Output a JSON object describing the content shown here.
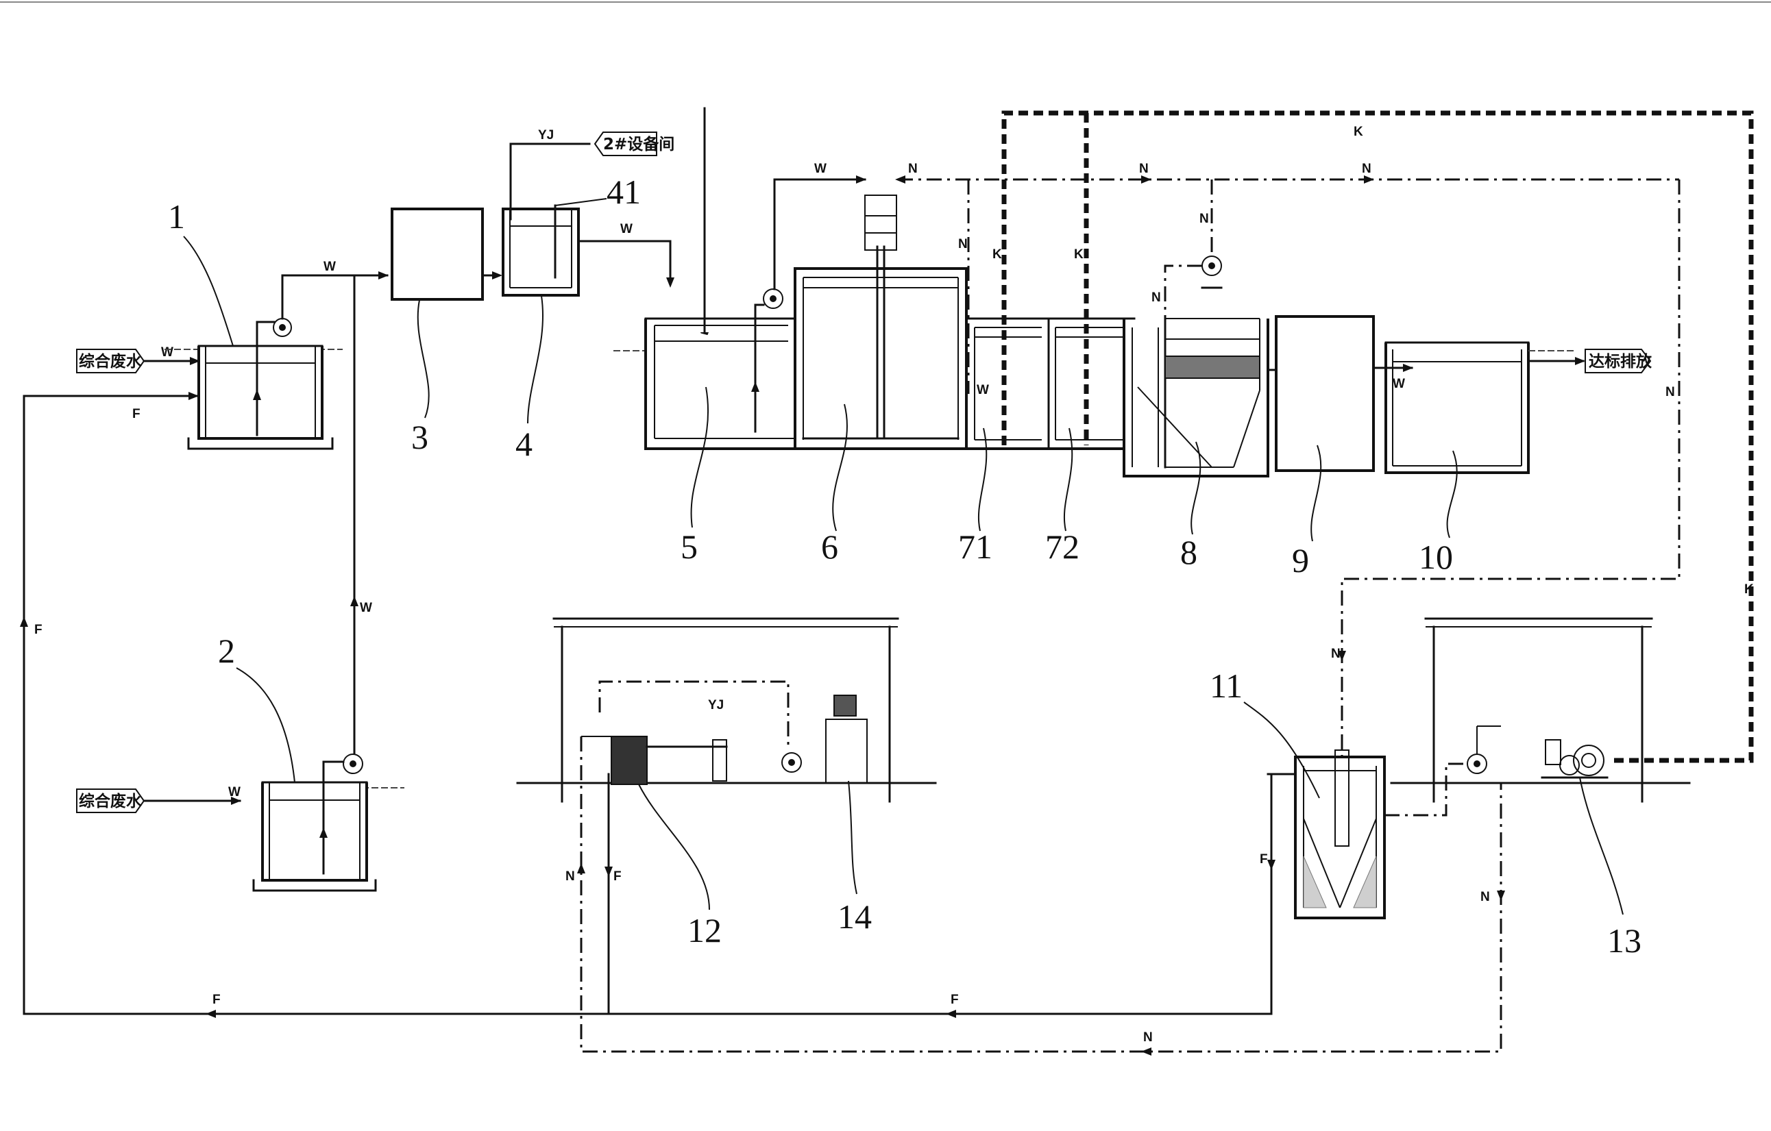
{
  "components": {
    "n1": "1",
    "n2": "2",
    "n3": "3",
    "n4": "4",
    "n41": "41",
    "n5": "5",
    "n6": "6",
    "n71": "71",
    "n72": "72",
    "n8": "8",
    "n9": "9",
    "n10": "10",
    "n11": "11",
    "n12": "12",
    "n13": "13",
    "n14": "14"
  },
  "tags": {
    "inlet_wastewater": "综合废水",
    "equipment_room": "2#设备间",
    "discharge": "达标排放"
  },
  "flow_letters": {
    "wastewater": "W",
    "sludge": "N",
    "return": "F",
    "air": "K",
    "chemical": "YJ"
  }
}
